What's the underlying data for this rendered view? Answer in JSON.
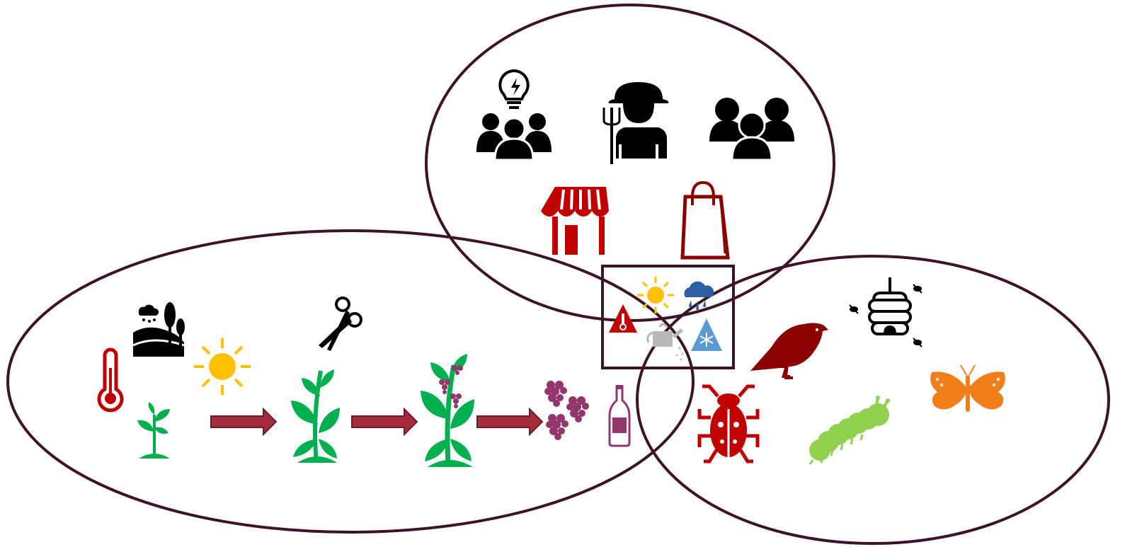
{
  "colors": {
    "ellipse_stroke": "#3d1426",
    "box_stroke": "#3d1426",
    "icon_black": "#000000",
    "plant_green": "#00b050",
    "arrow_fill": "#a52a3c",
    "arrow_stroke": "#6e1c2a",
    "dark_red": "#8b0000",
    "store_red": "#c00000",
    "thermo_red": "#c00000",
    "sun_yellow": "#ffc000",
    "grape_purple": "#93366b",
    "rain_blue": "#2e5fa5",
    "frost_blue": "#5b9bd5",
    "watering_grey": "#b8b8b8",
    "warning_red": "#c00000",
    "caterpillar_green": "#92d050",
    "butterfly_orange": "#f07e1a",
    "beetle_red": "#c00000",
    "bird_red": "#8b0000"
  },
  "regions": [
    {
      "name": "human-region",
      "icons": [
        "lightbulb-group-icon",
        "farmer-icon",
        "group-icon",
        "store-icon",
        "shopping-bag-icon"
      ]
    },
    {
      "name": "vine-region",
      "icons": [
        "thermometer-icon",
        "landscape-rain-icon",
        "sun-icon",
        "scissors-icon",
        "seedling-icon",
        "arrow-icon",
        "young-vine-icon",
        "arrow-icon",
        "grape-vine-icon",
        "arrow-icon",
        "grapes-icon",
        "wine-bottle-icon"
      ]
    },
    {
      "name": "biodiversity-region",
      "icons": [
        "bird-icon",
        "beehive-icon",
        "beetle-icon",
        "caterpillar-icon",
        "butterfly-icon"
      ]
    }
  ],
  "climate_box": {
    "icons": [
      "sun-icon",
      "rain-cloud-icon",
      "heat-warning-icon",
      "watering-can-icon",
      "frost-warning-icon"
    ]
  }
}
